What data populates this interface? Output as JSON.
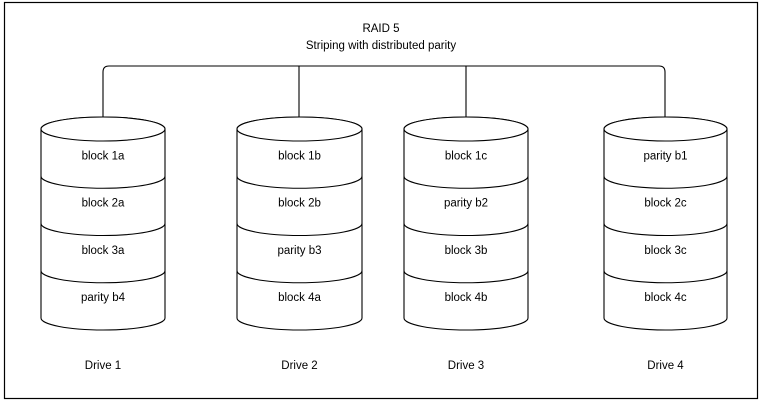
{
  "diagram": {
    "title": "RAID 5",
    "subtitle": "Striping with distributed parity",
    "frame": {
      "stroke_color": "#000000",
      "background_color": "#ffffff"
    },
    "connector": {
      "name": "raid-controller-bus",
      "style": "horizontal bus with rounded ends and vertical drops to each drive"
    },
    "drives": [
      {
        "label": "Drive 1",
        "blocks": [
          {
            "text": "block 1a",
            "kind": "data"
          },
          {
            "text": "block 2a",
            "kind": "data"
          },
          {
            "text": "block 3a",
            "kind": "data"
          },
          {
            "text": "parity b4",
            "kind": "parity"
          }
        ]
      },
      {
        "label": "Drive 2",
        "blocks": [
          {
            "text": "block 1b",
            "kind": "data"
          },
          {
            "text": "block 2b",
            "kind": "data"
          },
          {
            "text": "parity b3",
            "kind": "parity"
          },
          {
            "text": "block 4a",
            "kind": "data"
          }
        ]
      },
      {
        "label": "Drive 3",
        "blocks": [
          {
            "text": "block 1c",
            "kind": "data"
          },
          {
            "text": "parity b2",
            "kind": "parity"
          },
          {
            "text": "block 3b",
            "kind": "data"
          },
          {
            "text": "block 4b",
            "kind": "data"
          }
        ]
      },
      {
        "label": "Drive 4",
        "blocks": [
          {
            "text": "parity b1",
            "kind": "parity"
          },
          {
            "text": "block 2c",
            "kind": "data"
          },
          {
            "text": "block 3c",
            "kind": "data"
          },
          {
            "text": "block 4c",
            "kind": "data"
          }
        ]
      }
    ]
  }
}
